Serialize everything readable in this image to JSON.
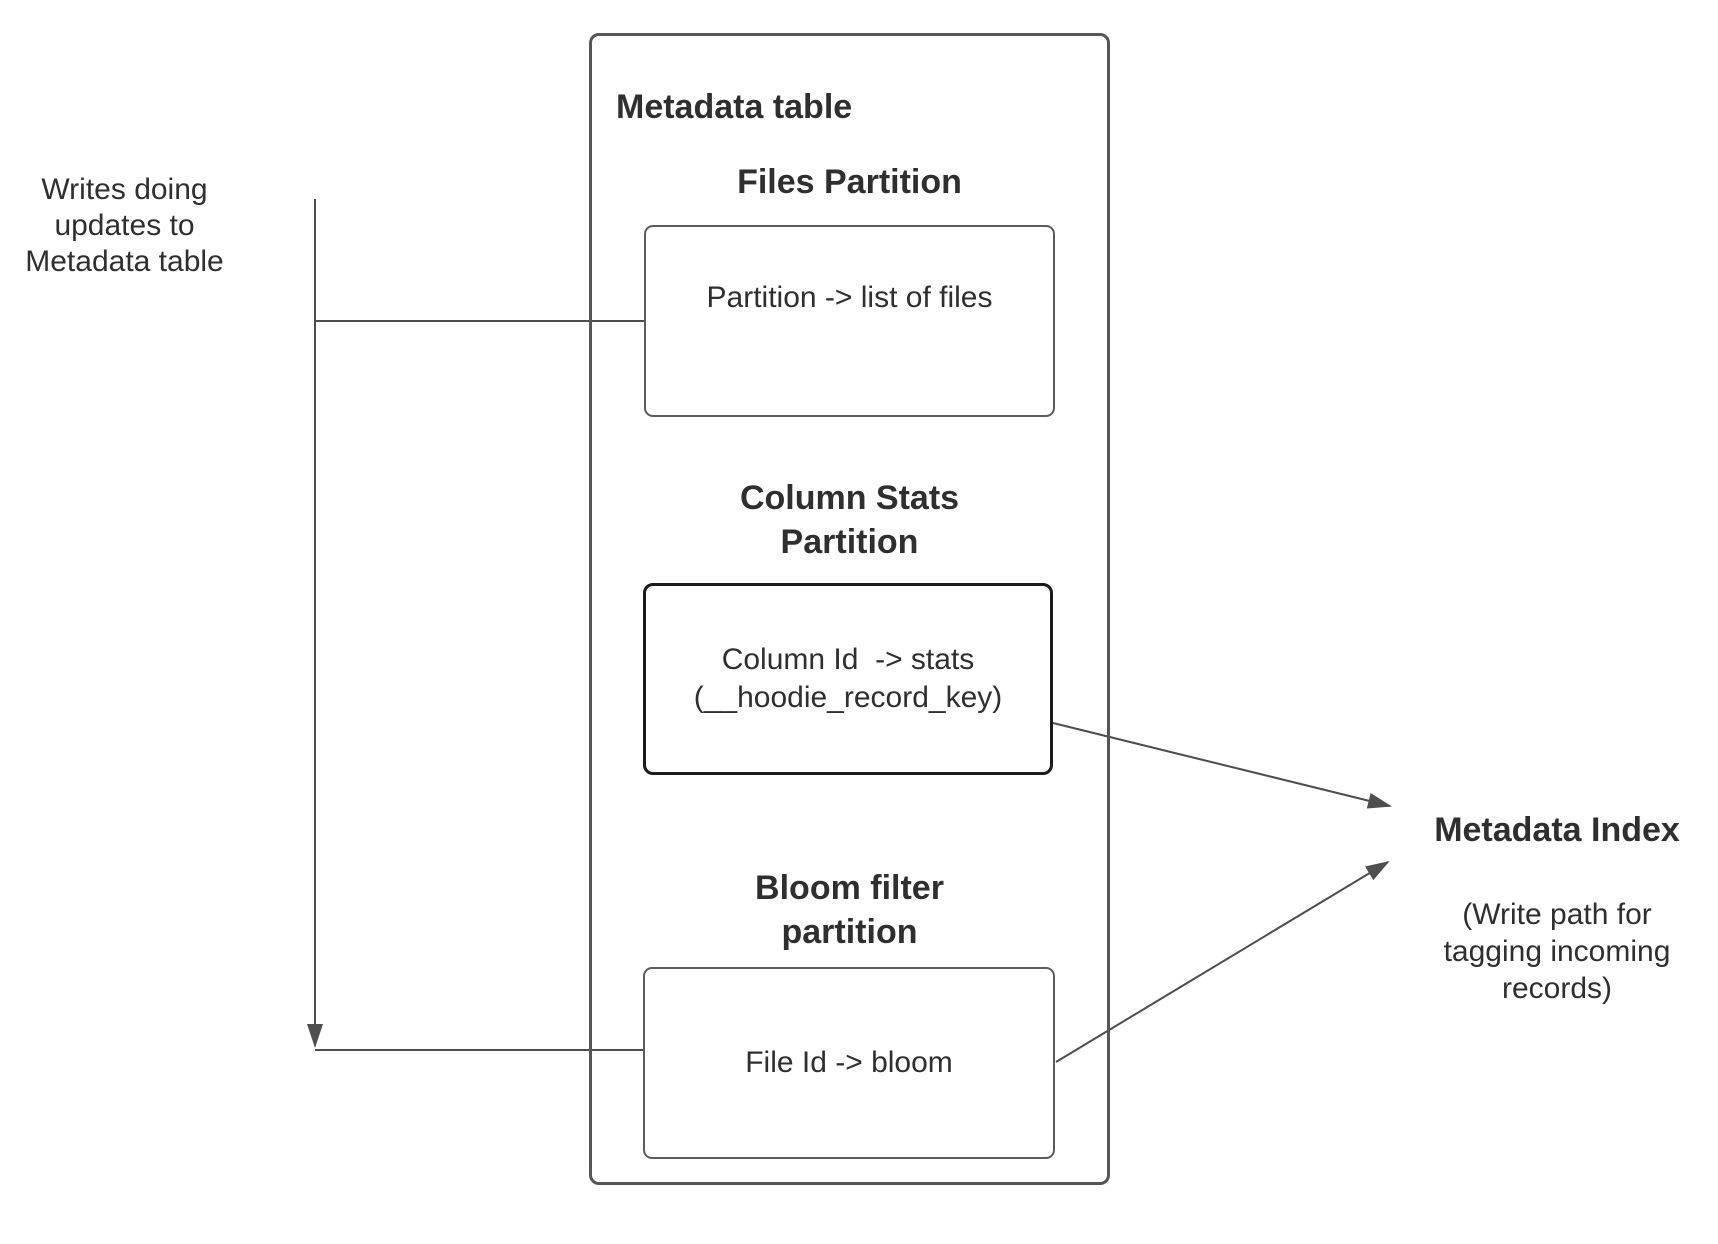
{
  "colors": {
    "connector_line": "#4d4d4d",
    "arrowhead_fill": "#4f4f4f",
    "container_border": "#565656",
    "emphasized_box_border": "#1b1b1b",
    "text": "#2f2f2f"
  },
  "left_note": {
    "text": "Writes doing\nupdates to\nMetadata table"
  },
  "metadata_table": {
    "title": "Metadata table",
    "files": {
      "heading": "Files Partition",
      "mapping": "Partition -> list of files"
    },
    "column_stats": {
      "heading": "Column Stats\nPartition",
      "mapping": "Column Id  -> stats\n(__hoodie_record_key)"
    },
    "bloom": {
      "heading": "Bloom filter\npartition",
      "mapping": "File Id -> bloom"
    }
  },
  "metadata_index": {
    "title": "Metadata Index",
    "subtitle": "(Write path for\ntagging incoming\nrecords)"
  }
}
